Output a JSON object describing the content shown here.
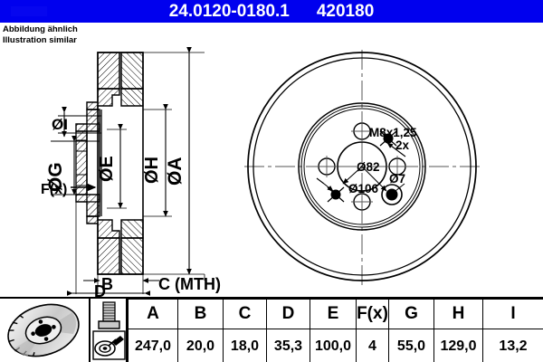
{
  "header": {
    "part_number": "24.0120-0180.1",
    "article_number": "420180",
    "background_color": "#0000ee",
    "text_color": "#ffffff",
    "brand_watermark": "ate-logo-watermark"
  },
  "note": {
    "line_de": "Abbildung ähnlich",
    "line_en": "Illustration similar"
  },
  "section_view": {
    "name": "brake-disc-cross-section",
    "dimension_labels": [
      {
        "id": "diam-I",
        "text": "ØI"
      },
      {
        "id": "diam-G",
        "text": "ØG"
      },
      {
        "id": "force-fx",
        "text": "F(x)"
      },
      {
        "id": "diam-E",
        "text": "ØE"
      },
      {
        "id": "diam-H",
        "text": "ØH"
      },
      {
        "id": "diam-A",
        "text": "ØA"
      },
      {
        "id": "dim-B",
        "text": "B"
      },
      {
        "id": "dim-C",
        "text": "C (MTH)"
      },
      {
        "id": "dim-D",
        "text": "D"
      }
    ]
  },
  "face_view": {
    "name": "brake-disc-face-view",
    "annotations": [
      {
        "id": "thread-spec",
        "text": "M8x1,25"
      },
      {
        "id": "thread-count",
        "text": "2x"
      },
      {
        "id": "center-bore",
        "text": "Ø82"
      },
      {
        "id": "bolt-circle",
        "text": "Ø106"
      },
      {
        "id": "bolt-hole",
        "text": "Ø7"
      }
    ]
  },
  "icons": {
    "disc_photo": "brake-disc-3d-icon",
    "bolt": "bolt-icon",
    "torque_wrench": "torque-wrench-disc-icon"
  },
  "spec_table": {
    "headers": [
      "A",
      "B",
      "C",
      "D",
      "E",
      "F(x)",
      "G",
      "H",
      "I"
    ],
    "values": [
      "247,0",
      "20,0",
      "18,0",
      "35,3",
      "100,0",
      "4",
      "55,0",
      "129,0",
      "13,2"
    ]
  }
}
